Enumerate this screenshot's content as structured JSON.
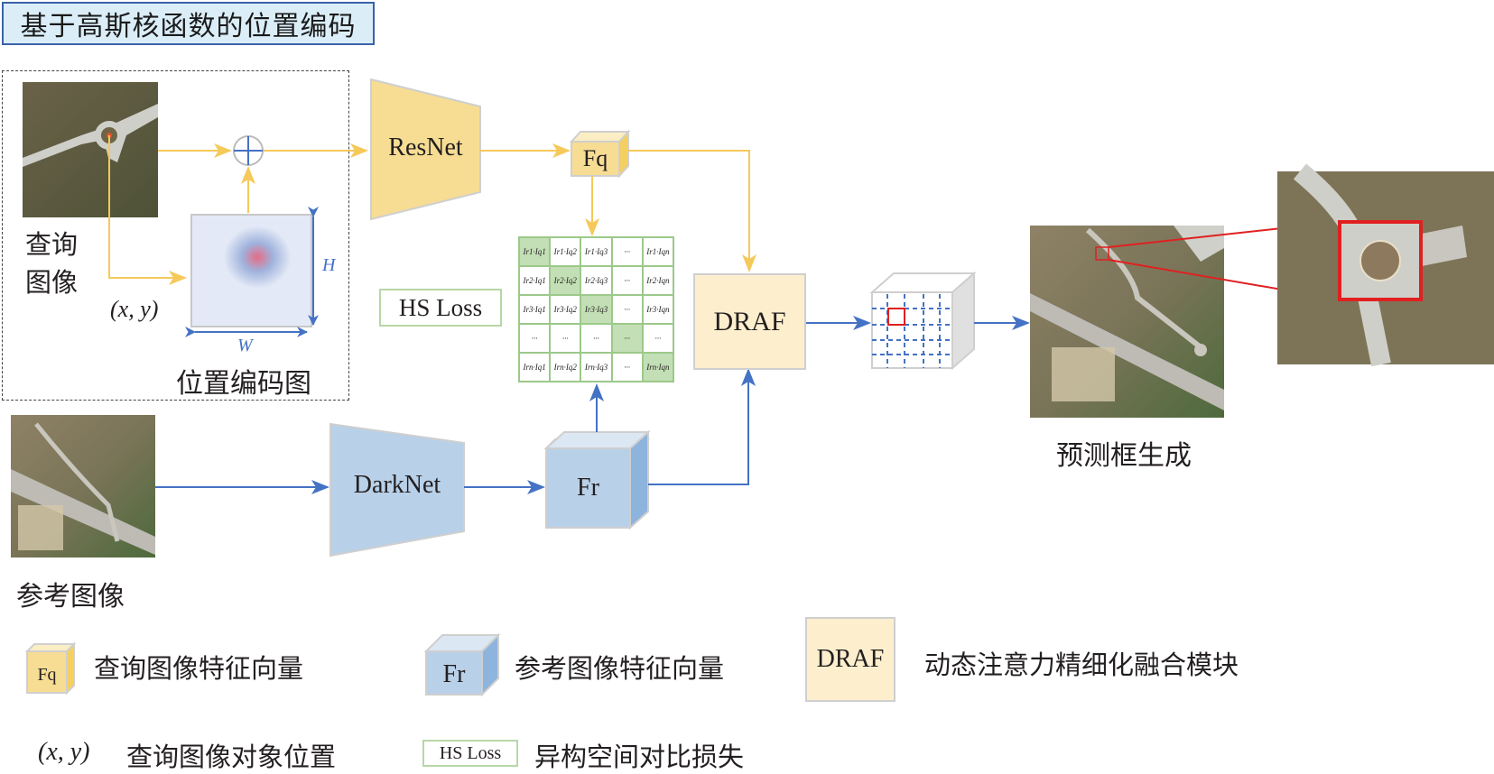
{
  "title": "基于高斯核函数的位置编码",
  "position_encoding": {
    "query_image_label": "查询图像",
    "coord_label": "(x, y)",
    "width_label": "W",
    "height_label": "H",
    "map_label": "位置编码图"
  },
  "blocks": {
    "resnet": "ResNet",
    "darknet": "DarkNet",
    "fq": "Fq",
    "fr": "Fr",
    "draf": "DRAF",
    "hs_loss": "HS Loss"
  },
  "matrix": {
    "rows": [
      [
        "Ir1·Iq1",
        "Ir1·Iq2",
        "Ir1·Iq3",
        "···",
        "Ir1·Iqn"
      ],
      [
        "Ir2·Iq1",
        "Ir2·Iq2",
        "Ir2·Iq3",
        "···",
        "Ir2·Iqn"
      ],
      [
        "Ir3·Iq1",
        "Ir3·Iq2",
        "Ir3·Iq3",
        "···",
        "Ir3·Iqn"
      ],
      [
        "···",
        "···",
        "···",
        "···",
        "···"
      ],
      [
        "Irn·Iq1",
        "Irn·Iq2",
        "Irn·Iq3",
        "···",
        "Irn·Iqn"
      ]
    ],
    "highlight": "diagonal"
  },
  "reference_image_label": "参考图像",
  "output_label": "预测框生成",
  "legend": [
    {
      "symbol": "Fq",
      "text": "查询图像特征向量"
    },
    {
      "symbol": "Fr",
      "text": "参考图像特征向量"
    },
    {
      "symbol": "DRAF",
      "text": "动态注意力精细化融合模块"
    },
    {
      "symbol": "(x, y)",
      "text": "查询图像对象位置"
    },
    {
      "symbol": "HS Loss",
      "text": "异构空间对比损失"
    }
  ],
  "colors": {
    "query_branch": "#f5c95a",
    "reference_branch": "#4472c4",
    "fq_fill": "#f7dd93",
    "fr_fill": "#b8d0e8",
    "draf_fill": "#fdefcd",
    "matrix_diag": "#c3dfb5",
    "highlight_box": "#e02020",
    "title_bg": "#dbeef8"
  }
}
